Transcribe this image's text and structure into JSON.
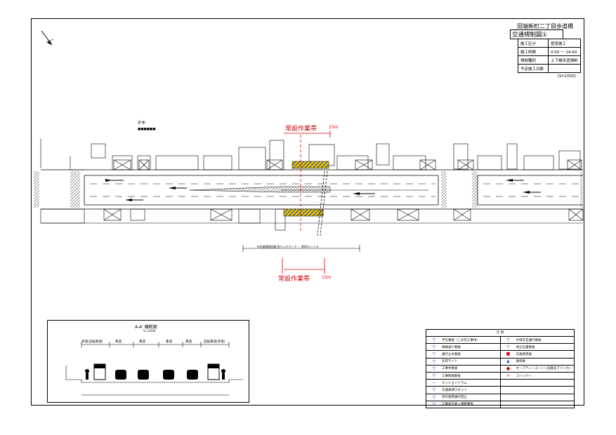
{
  "title_block": {
    "project_name": "田端新町二丁目歩道橋",
    "sheet_title": "交通規制図①",
    "rows": [
      {
        "key": "施工区分",
        "value": "昼夜施工"
      },
      {
        "key": "施工時間",
        "value": "0:00 ～ 24:00"
      },
      {
        "key": "規制種別",
        "value": "上下線歩道規制"
      },
      {
        "key": "予定施工日数",
        "value": "-"
      }
    ],
    "scale": "[S=1/500]"
  },
  "plan": {
    "work_zone_label_top": "常設作業帯",
    "work_zone_label_bottom": "常設作業帯",
    "offset_top": "15m",
    "offset_bottom": "15m",
    "dimension_note": "※歩道規制区間 約ベンチマーク ・ 約65メートル",
    "road_label": "道 路",
    "building_label": "■■■■■■"
  },
  "section": {
    "title": "A-A' 横断図",
    "subtitle": "S=1/200",
    "lane_labels": [
      "歩道(自転車道)",
      "車道",
      "車道",
      "車道",
      "車道",
      "自転車道(歩道)"
    ]
  },
  "legend": {
    "title": "凡 例",
    "left_items": [
      {
        "icon": "sign-icon",
        "label": "予告看板（この先工事中）"
      },
      {
        "icon": "sign-icon",
        "label": "車線減少看板"
      },
      {
        "icon": "sign-icon",
        "label": "通行止め看板"
      },
      {
        "icon": "sign-icon",
        "label": "矢印ライト"
      },
      {
        "icon": "sign-icon",
        "label": "工事中看板"
      },
      {
        "icon": "sign-icon",
        "label": "工事情報看板"
      },
      {
        "icon": "line-icon",
        "label": "クッションドラム"
      },
      {
        "icon": "sign-icon",
        "label": "交通誘導ロボット"
      },
      {
        "icon": "sign-icon",
        "label": "歩行者用通行禁止"
      },
      {
        "icon": "sign-icon",
        "label": "工事表示板＋規制看板"
      }
    ],
    "right_items": [
      {
        "icon": "sign-icon",
        "label": "片側交互通行看板"
      },
      {
        "icon": "sign-icon",
        "label": "停止位置看板"
      },
      {
        "icon": "block-icon",
        "label": "交通誘導員"
      },
      {
        "icon": "guard-icon",
        "label": "誘導員"
      },
      {
        "icon": "dot-icon",
        "label": "セーフティーコーン＋自発光ブリンカー"
      },
      {
        "icon": "bar-icon",
        "label": "コーンバー"
      }
    ]
  },
  "colors": {
    "work_zone_red": "#d00000",
    "hatch_blue": "#1a3fbf",
    "hatch_yellow": "#e6c200"
  }
}
